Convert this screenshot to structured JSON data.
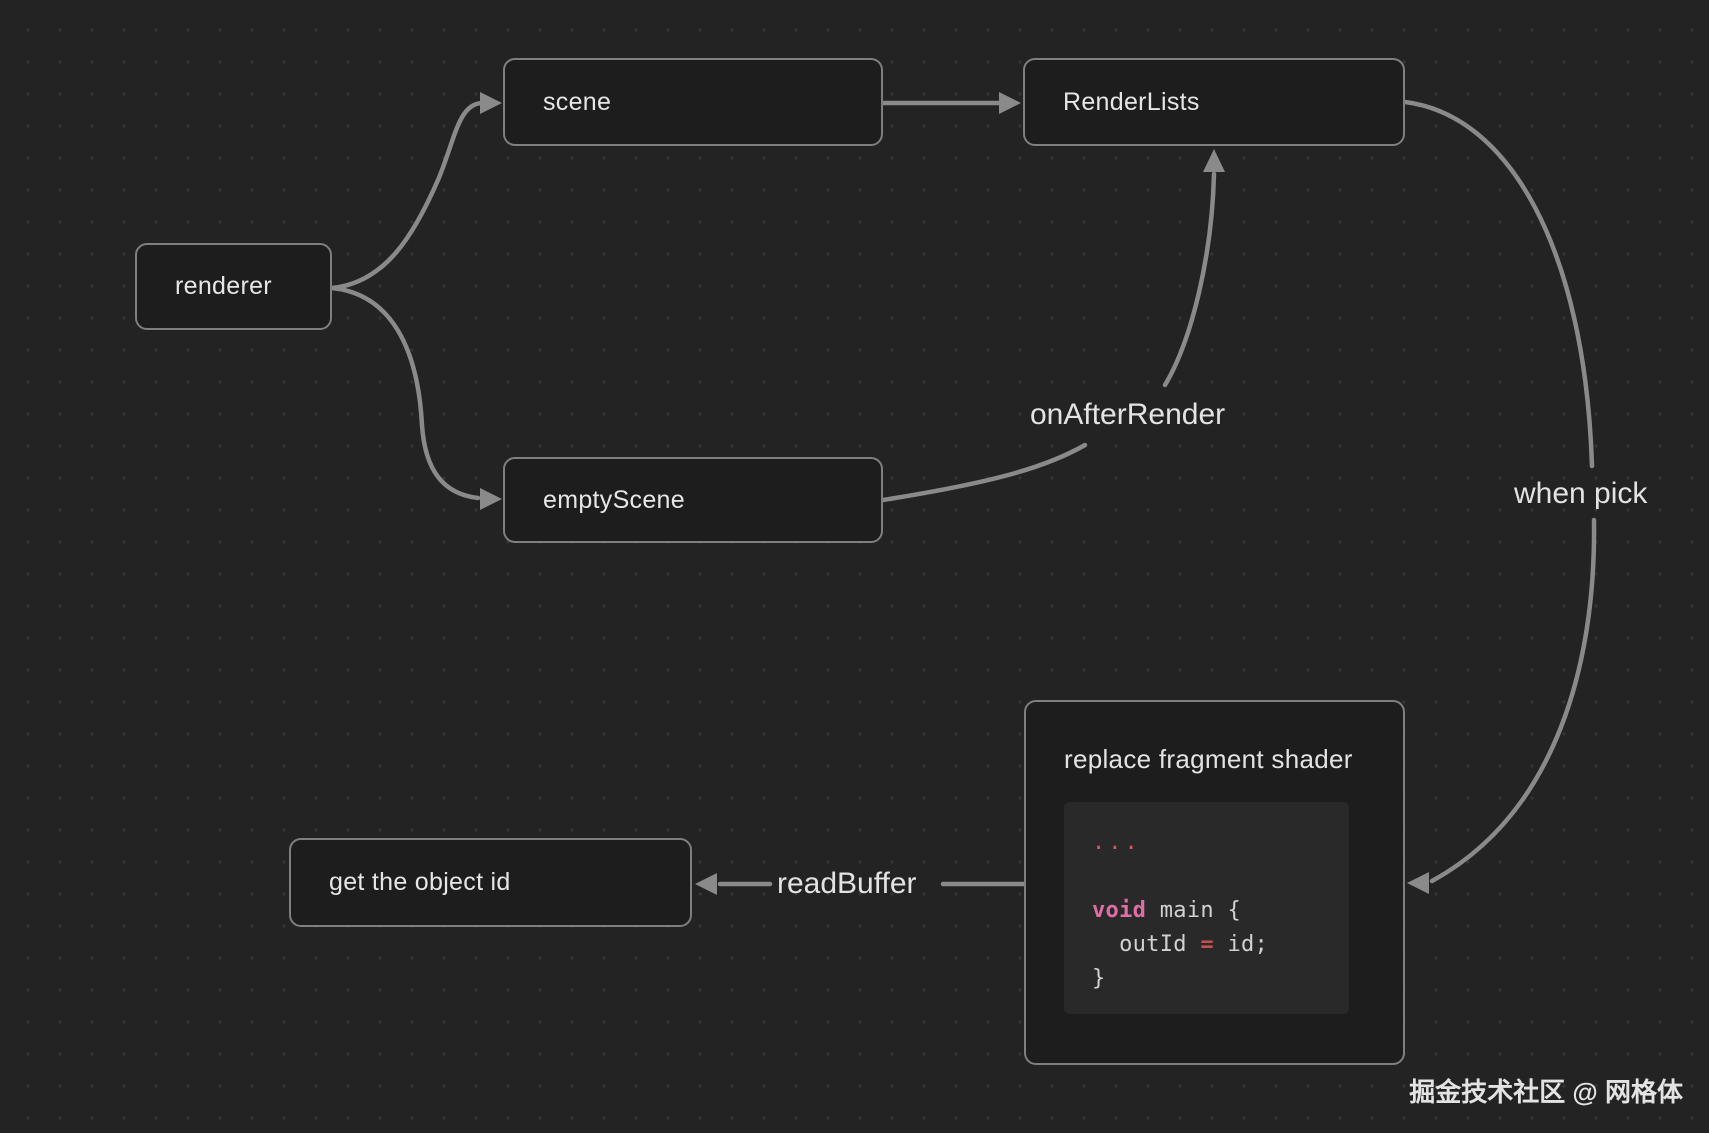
{
  "nodes": {
    "renderer": {
      "label": "renderer"
    },
    "scene": {
      "label": "scene"
    },
    "renderlists": {
      "label": "RenderLists"
    },
    "empty_scene": {
      "label": "emptyScene"
    },
    "get_object_id": {
      "label": "get the object id"
    },
    "shader": {
      "title": "replace fragment shader",
      "code": {
        "ellipsis": "...",
        "line1_keyword": "void",
        "line1_rest": " main {",
        "line2_ident": "  outId ",
        "line2_operator": "=",
        "line2_rest": " id;",
        "line3": "}"
      }
    }
  },
  "edge_labels": {
    "on_after_render": "onAfterRender",
    "when_pick": "when pick",
    "read_buffer": "readBuffer"
  },
  "watermark": "掘金技术社区 @ 网格体",
  "colors": {
    "background": "#232323",
    "grid_dot": "#353535",
    "node_fill": "#1d1d1d",
    "node_border": "#7f7f7f",
    "connector": "#8a8a8a",
    "node_text": "#e6e6e6",
    "label_text": "#e3e3e3",
    "code_bg": "#292929",
    "code_text": "#d2d2d2",
    "code_keyword_pink": "#dd6fa4",
    "code_ellipsis_red": "#d65563",
    "code_operator_red": "#c74f4f"
  }
}
